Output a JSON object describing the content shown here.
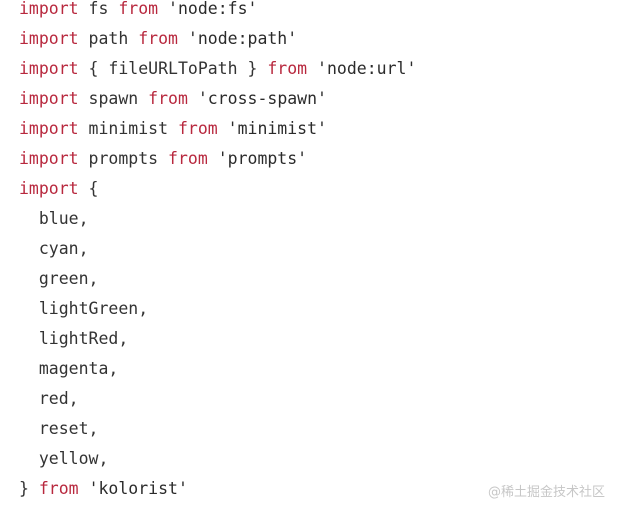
{
  "code": {
    "lines": [
      [
        {
          "t": "import",
          "k": "kw"
        },
        {
          "t": " fs ",
          "k": "id"
        },
        {
          "t": "from",
          "k": "kw"
        },
        {
          "t": " ",
          "k": "id"
        },
        {
          "t": "'node:fs'",
          "k": "str"
        }
      ],
      [
        {
          "t": "import",
          "k": "kw"
        },
        {
          "t": " path ",
          "k": "id"
        },
        {
          "t": "from",
          "k": "kw"
        },
        {
          "t": " ",
          "k": "id"
        },
        {
          "t": "'node:path'",
          "k": "str"
        }
      ],
      [
        {
          "t": "import",
          "k": "kw"
        },
        {
          "t": " { fileURLToPath } ",
          "k": "id"
        },
        {
          "t": "from",
          "k": "kw"
        },
        {
          "t": " ",
          "k": "id"
        },
        {
          "t": "'node:url'",
          "k": "str"
        }
      ],
      [
        {
          "t": "import",
          "k": "kw"
        },
        {
          "t": " spawn ",
          "k": "id"
        },
        {
          "t": "from",
          "k": "kw"
        },
        {
          "t": " ",
          "k": "id"
        },
        {
          "t": "'cross-spawn'",
          "k": "str"
        }
      ],
      [
        {
          "t": "import",
          "k": "kw"
        },
        {
          "t": " minimist ",
          "k": "id"
        },
        {
          "t": "from",
          "k": "kw"
        },
        {
          "t": " ",
          "k": "id"
        },
        {
          "t": "'minimist'",
          "k": "str"
        }
      ],
      [
        {
          "t": "import",
          "k": "kw"
        },
        {
          "t": " prompts ",
          "k": "id"
        },
        {
          "t": "from",
          "k": "kw"
        },
        {
          "t": " ",
          "k": "id"
        },
        {
          "t": "'prompts'",
          "k": "str"
        }
      ],
      [
        {
          "t": "import",
          "k": "kw"
        },
        {
          "t": " {",
          "k": "punct"
        }
      ],
      [
        {
          "t": "  blue,",
          "k": "id"
        }
      ],
      [
        {
          "t": "  cyan,",
          "k": "id"
        }
      ],
      [
        {
          "t": "  green,",
          "k": "id"
        }
      ],
      [
        {
          "t": "  lightGreen,",
          "k": "id"
        }
      ],
      [
        {
          "t": "  lightRed,",
          "k": "id"
        }
      ],
      [
        {
          "t": "  magenta,",
          "k": "id"
        }
      ],
      [
        {
          "t": "  red,",
          "k": "id"
        }
      ],
      [
        {
          "t": "  reset,",
          "k": "id"
        }
      ],
      [
        {
          "t": "  yellow,",
          "k": "id"
        }
      ],
      [
        {
          "t": "} ",
          "k": "punct"
        },
        {
          "t": "from",
          "k": "kw"
        },
        {
          "t": " ",
          "k": "id"
        },
        {
          "t": "'kolorist'",
          "k": "str"
        }
      ]
    ]
  },
  "watermark": "@稀土掘金技术社区",
  "colors": {
    "keyword": "#b8283e",
    "text": "#333333",
    "background": "#ffffff"
  }
}
